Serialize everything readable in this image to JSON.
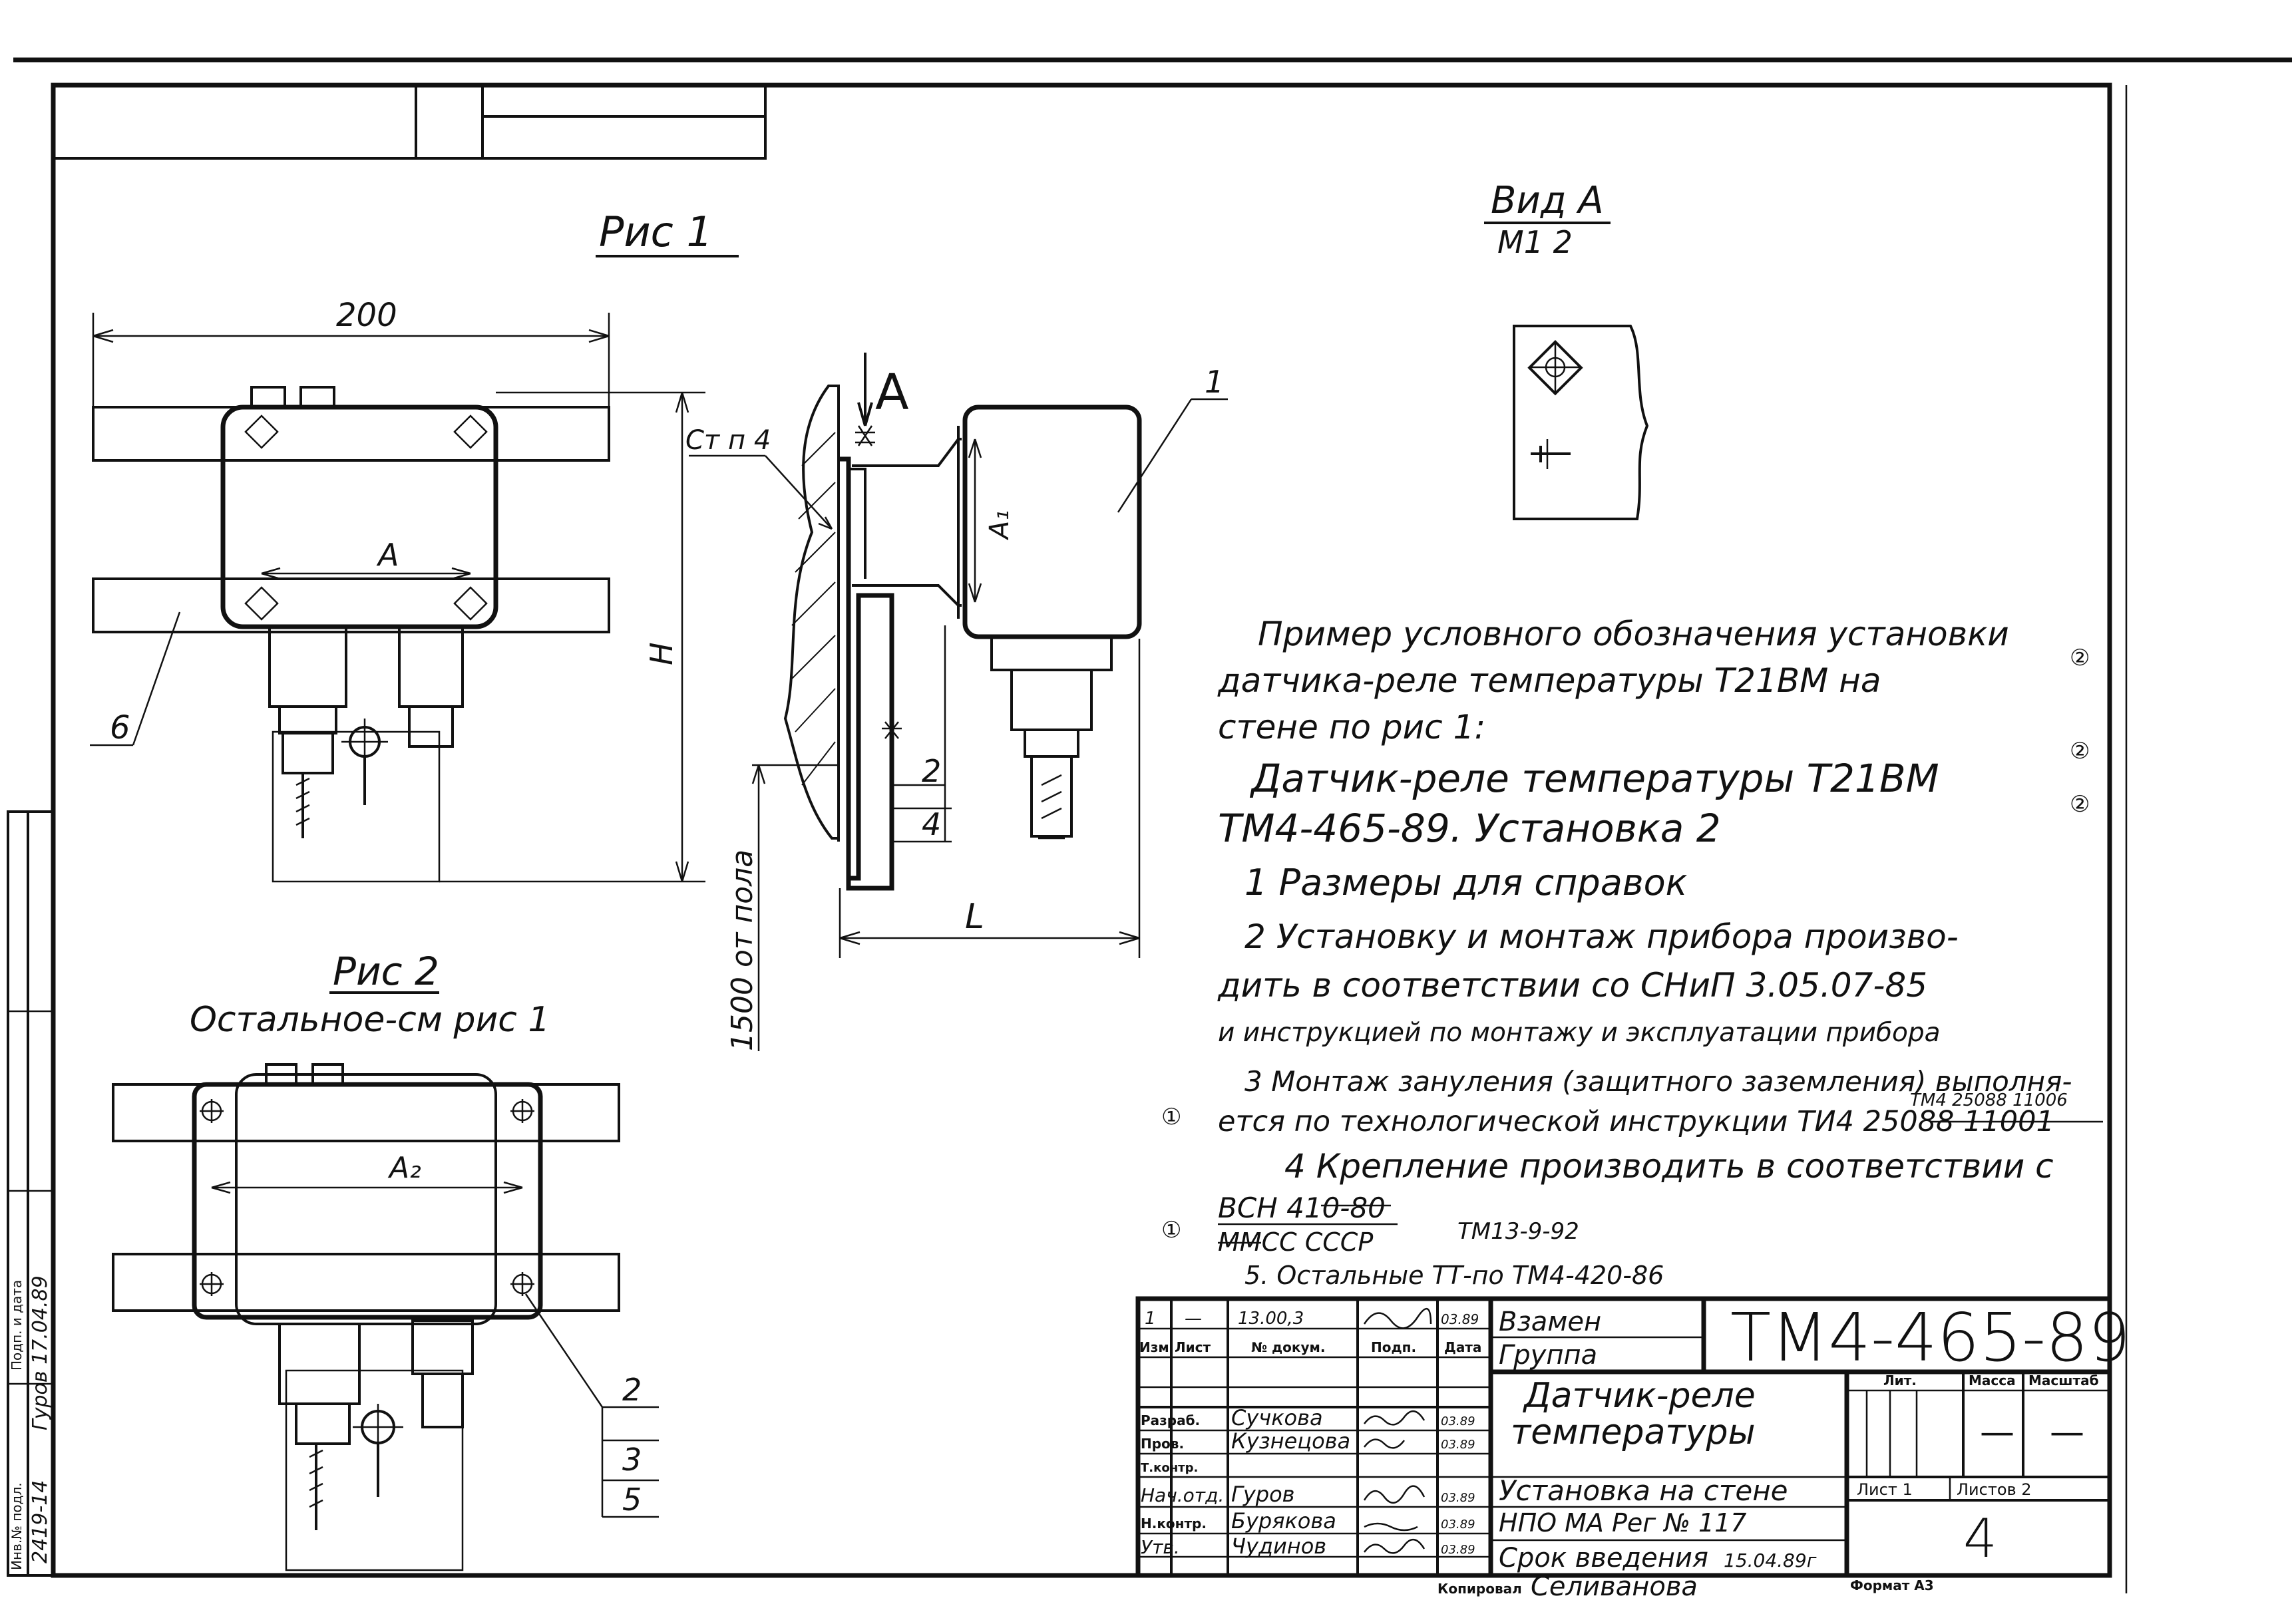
{
  "header": {
    "fig1_title": "Рис 1",
    "fig2_title": "Рис 2",
    "fig2_subtitle": "Остальное-см рис 1",
    "view_title": "Вид А",
    "view_scale": "М1 2",
    "view_arrow_label": "А"
  },
  "fig1": {
    "dim_width": "200",
    "dim_a": "A",
    "dim_h": "H",
    "callout_6": "6"
  },
  "section": {
    "label_stpl": "Ст п 4",
    "label_1": "1",
    "label_a1": "A₁",
    "label_2": "2",
    "label_4": "4",
    "label_l": "L",
    "label_floor": "1500 от пола"
  },
  "fig2": {
    "dim_a2": "A₂",
    "callout_2": "2",
    "callout_3": "3",
    "callout_5": "5"
  },
  "notes": {
    "example_l1": "Пример условного обозначения установки",
    "example_l2": "датчика-реле температуры Т21ВМ    на",
    "example_l3": "стене  по рис 1:",
    "example_l4": "Датчик-реле температуры Т21ВМ",
    "example_l5": "ТМ4-465-89. Установка 2",
    "n1": "1 Размеры для справок",
    "n2_l1": "2 Установку и монтаж прибора произво-",
    "n2_l2": "дить в соответствии со СНиП 3.05.07-85",
    "n2_l3": "и инструкцией по монтажу и эксплуатации прибора",
    "n3_l1": "3 Монтаж зануления (защитного заземления) выполня-",
    "n3_l2": "ется по технологической инструкции ТИ4 25088 11001",
    "n3_correction": "ТМ4 25088 11006",
    "n4_l1": "4 Крепление производить в соответствии с",
    "n4_l2": "ВСН 410-80",
    "n4_l3": "ММСС СССР",
    "n4_correction": "ТМ13-9-92",
    "n5": "5. Остальные ТТ-по ТМ4-420-86",
    "rev_mark_1": "①",
    "rev_mark_2": "②"
  },
  "title_block": {
    "doc_number": "ТМ4-465-89",
    "replaces_label": "Взамен",
    "group_label": "Группа",
    "name_l1": "Датчик-реле",
    "name_l2": "температуры",
    "install": "Установка  на стене",
    "org": "НПО МА Рег № 117",
    "term": "Срок введения",
    "term_date": "15.04.89г",
    "lit_label": "Лит.",
    "mass_label": "Масса",
    "scale_label": "Масштаб",
    "mass_value": "—",
    "scale_value": "—",
    "sheet_label": "Лист 1",
    "sheets_label": "Листов 2",
    "sheet_big": "4",
    "format": "Формат А3",
    "copied_label": "Копировал",
    "copied_name": "Селиванова",
    "rev_row": [
      "1",
      "—",
      "13.00,3",
      "",
      "03.89"
    ],
    "col_headers": [
      "Изм",
      "Лист",
      "№ докум.",
      "Подп.",
      "Дата"
    ],
    "people": [
      {
        "role": "Разраб.",
        "name": "Сучкова",
        "date": "03.89"
      },
      {
        "role": "Пров.",
        "name": "Кузнецова",
        "date": "03.89"
      },
      {
        "role": "Т.контр.",
        "name": "",
        "date": ""
      },
      {
        "role": "Нач.отд.",
        "name": "Гуров",
        "date": "03.89"
      },
      {
        "role": "Н.контр.",
        "name": "Бурякова",
        "date": "03.89"
      },
      {
        "role": "Утв.",
        "name": "Чудинов",
        "date": "03.89"
      }
    ]
  },
  "left_stamp": {
    "inv_label": "Инв.№ подл.",
    "sign_label": "Подп. и дата",
    "inv_value": "2419-14",
    "sign_value": "Гуров 17.04.89"
  }
}
